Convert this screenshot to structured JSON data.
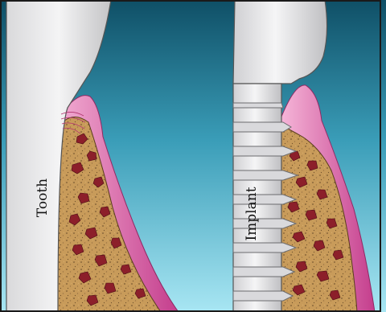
{
  "labels": {
    "tooth": "Tooth",
    "implant": "Implant"
  },
  "colors": {
    "background_top": "#0f4f66",
    "background_bottom": "#a8e6f3",
    "tooth_fill": "#e9e9ea",
    "tooth_shade": "#c4c4c6",
    "implant_fill": "#ececee",
    "implant_thread": "#bdbdc0",
    "gum_light": "#f2a2cf",
    "gum_dark": "#c43d8c",
    "bone": "#c89b5a",
    "bone_speckle": "#7a5a32",
    "marrow": "#8c1f2a",
    "frame": "#1a1a1a"
  },
  "icons": [
    "tooth-shape",
    "implant-screw",
    "gum-tissue",
    "bone-tissue"
  ]
}
